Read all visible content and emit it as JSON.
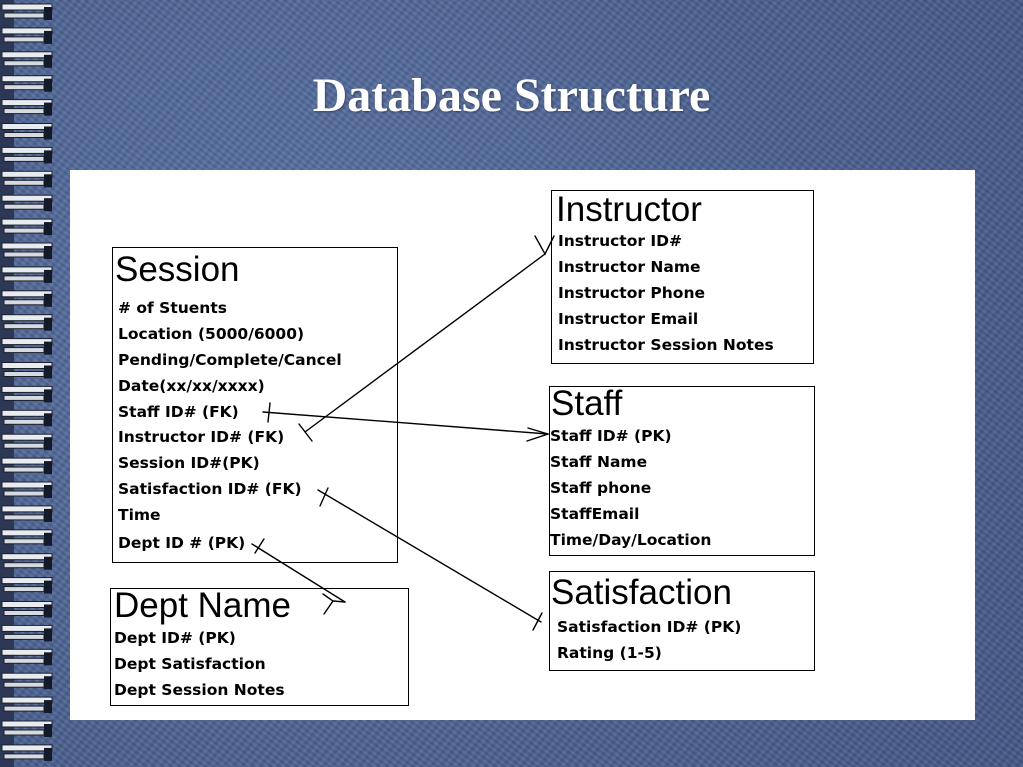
{
  "slide": {
    "title": "Database Structure"
  },
  "entities": {
    "session": {
      "title": "Session",
      "attributes": [
        "# of Stuents",
        "Location (5000/6000)",
        "Pending/Complete/Cancel",
        "Date(xx/xx/xxxx)",
        "Staff ID# (FK)",
        "Instructor ID# (FK)",
        "Session ID#(PK)",
        "Satisfaction ID# (FK)",
        "Time",
        "Dept ID # (PK)"
      ]
    },
    "instructor": {
      "title": "Instructor",
      "attributes": [
        "Instructor ID#",
        "Instructor Name",
        "Instructor Phone",
        "Instructor Email",
        "Instructor Session Notes"
      ]
    },
    "staff": {
      "title": "Staff",
      "attributes": [
        "Staff ID# (PK)",
        "Staff Name",
        "Staff phone",
        "StaffEmail",
        "Time/Day/Location"
      ]
    },
    "satisfaction": {
      "title": "Satisfaction",
      "attributes": [
        "Satisfaction ID# (PK)",
        "Rating (1-5)"
      ]
    },
    "dept": {
      "title": "Dept Name",
      "attributes": [
        "Dept ID# (PK)",
        "Dept Satisfaction",
        "Dept Session Notes"
      ]
    }
  },
  "relationships": [
    {
      "from": "session",
      "to": "instructor",
      "from_end": "one",
      "to_end": "many"
    },
    {
      "from": "session",
      "to": "staff",
      "from_end": "one",
      "to_end": "many"
    },
    {
      "from": "session",
      "to": "satisfaction",
      "from_end": "one",
      "to_end": "one"
    },
    {
      "from": "session",
      "to": "dept",
      "from_end": "one",
      "to_end": "many"
    }
  ],
  "colors": {
    "background": "#4f6694",
    "panel": "#ffffff",
    "title": "#ffffff",
    "ink": "#000000"
  }
}
